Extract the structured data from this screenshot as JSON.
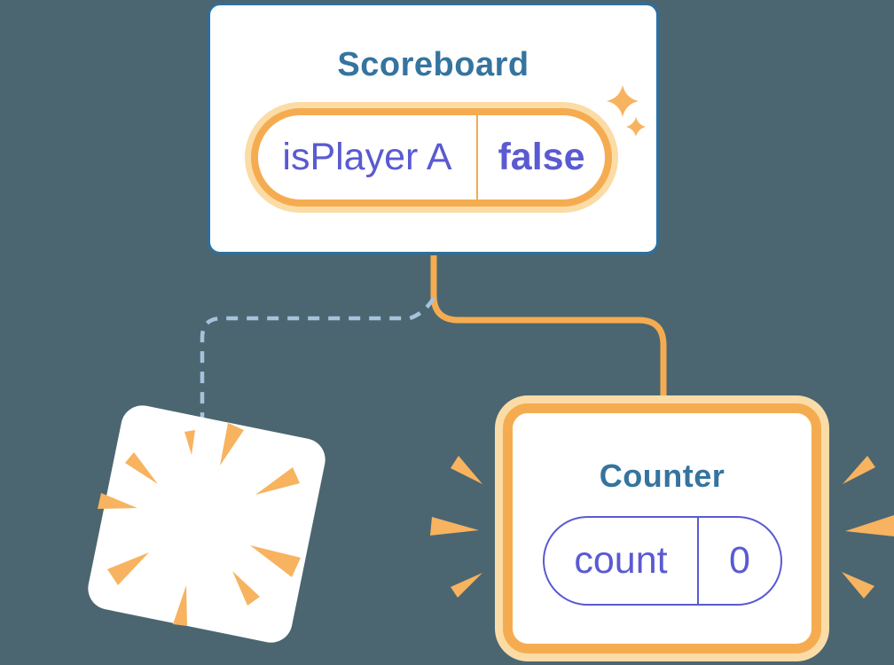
{
  "colors": {
    "background": "#4B6671",
    "card-border": "#2E6F9E",
    "title": "#35749E",
    "accent": "#F5AC50",
    "accent-glow": "#FBDCA6",
    "state-purple": "#5A5AD2",
    "dashed-line": "#A5C3DB",
    "burst": "#F7B35F"
  },
  "scoreboard": {
    "title": "Scoreboard",
    "state": {
      "key": "isPlayer A",
      "value": "false"
    }
  },
  "counter": {
    "title": "Counter",
    "state": {
      "key": "count",
      "value": "0"
    }
  },
  "icons": {
    "sparkle": "four-point-star",
    "poof": "radial-burst",
    "emphasis": "triangle-rays"
  }
}
